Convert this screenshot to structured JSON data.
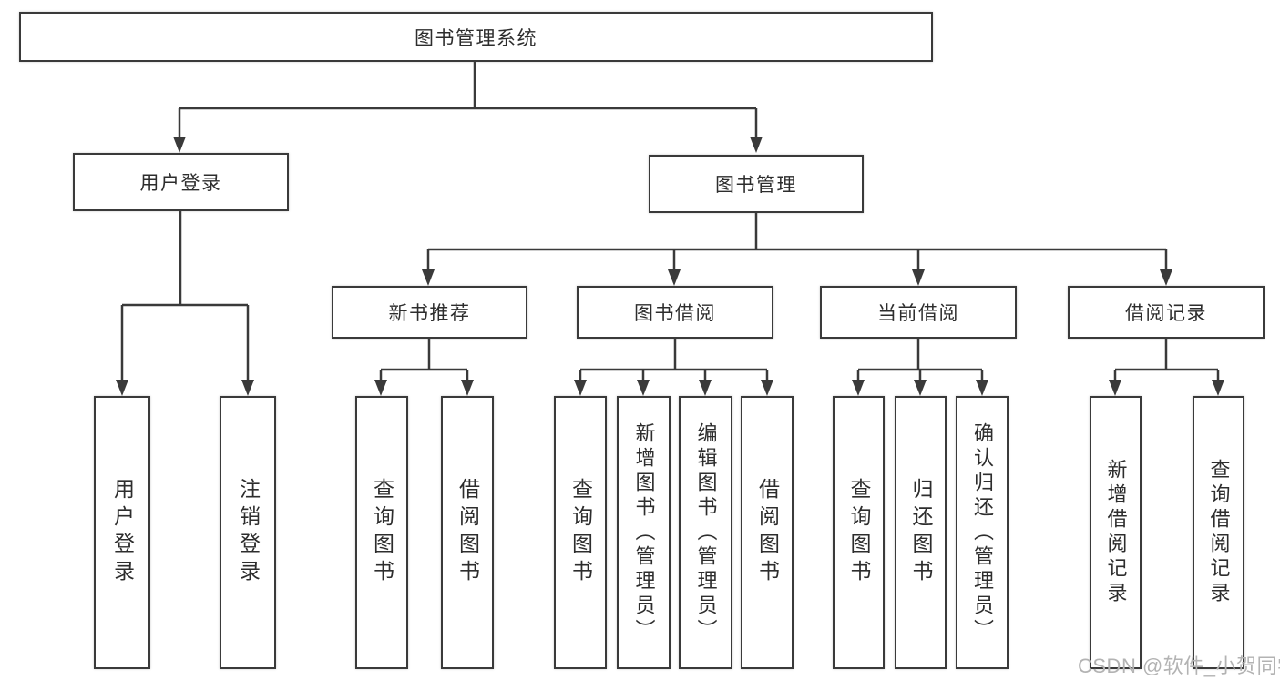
{
  "diagram": {
    "root": {
      "label": "图书管理系统"
    },
    "branches": [
      {
        "label": "用户登录",
        "children": [
          {
            "label": "用户登录"
          },
          {
            "label": "注销登录"
          }
        ]
      },
      {
        "label": "图书管理",
        "children": [
          {
            "label": "新书推荐",
            "children": [
              {
                "label": "查询图书"
              },
              {
                "label": "借阅图书"
              }
            ]
          },
          {
            "label": "图书借阅",
            "children": [
              {
                "label": "查询图书"
              },
              {
                "label": "新增图书（管理员）"
              },
              {
                "label": "编辑图书（管理员）"
              },
              {
                "label": "借阅图书"
              }
            ]
          },
          {
            "label": "当前借阅",
            "children": [
              {
                "label": "查询图书"
              },
              {
                "label": "归还图书"
              },
              {
                "label": "确认归还（管理员）"
              }
            ]
          },
          {
            "label": "借阅记录",
            "children": [
              {
                "label": "新增借阅记录"
              },
              {
                "label": "查询借阅记录"
              }
            ]
          }
        ]
      }
    ],
    "watermark": "CSDN @软件_小贺同学"
  },
  "colors": {
    "line": "#3a3a3a",
    "text": "#2d2d2d",
    "watermark": "#b3b3b3",
    "background": "#ffffff"
  }
}
